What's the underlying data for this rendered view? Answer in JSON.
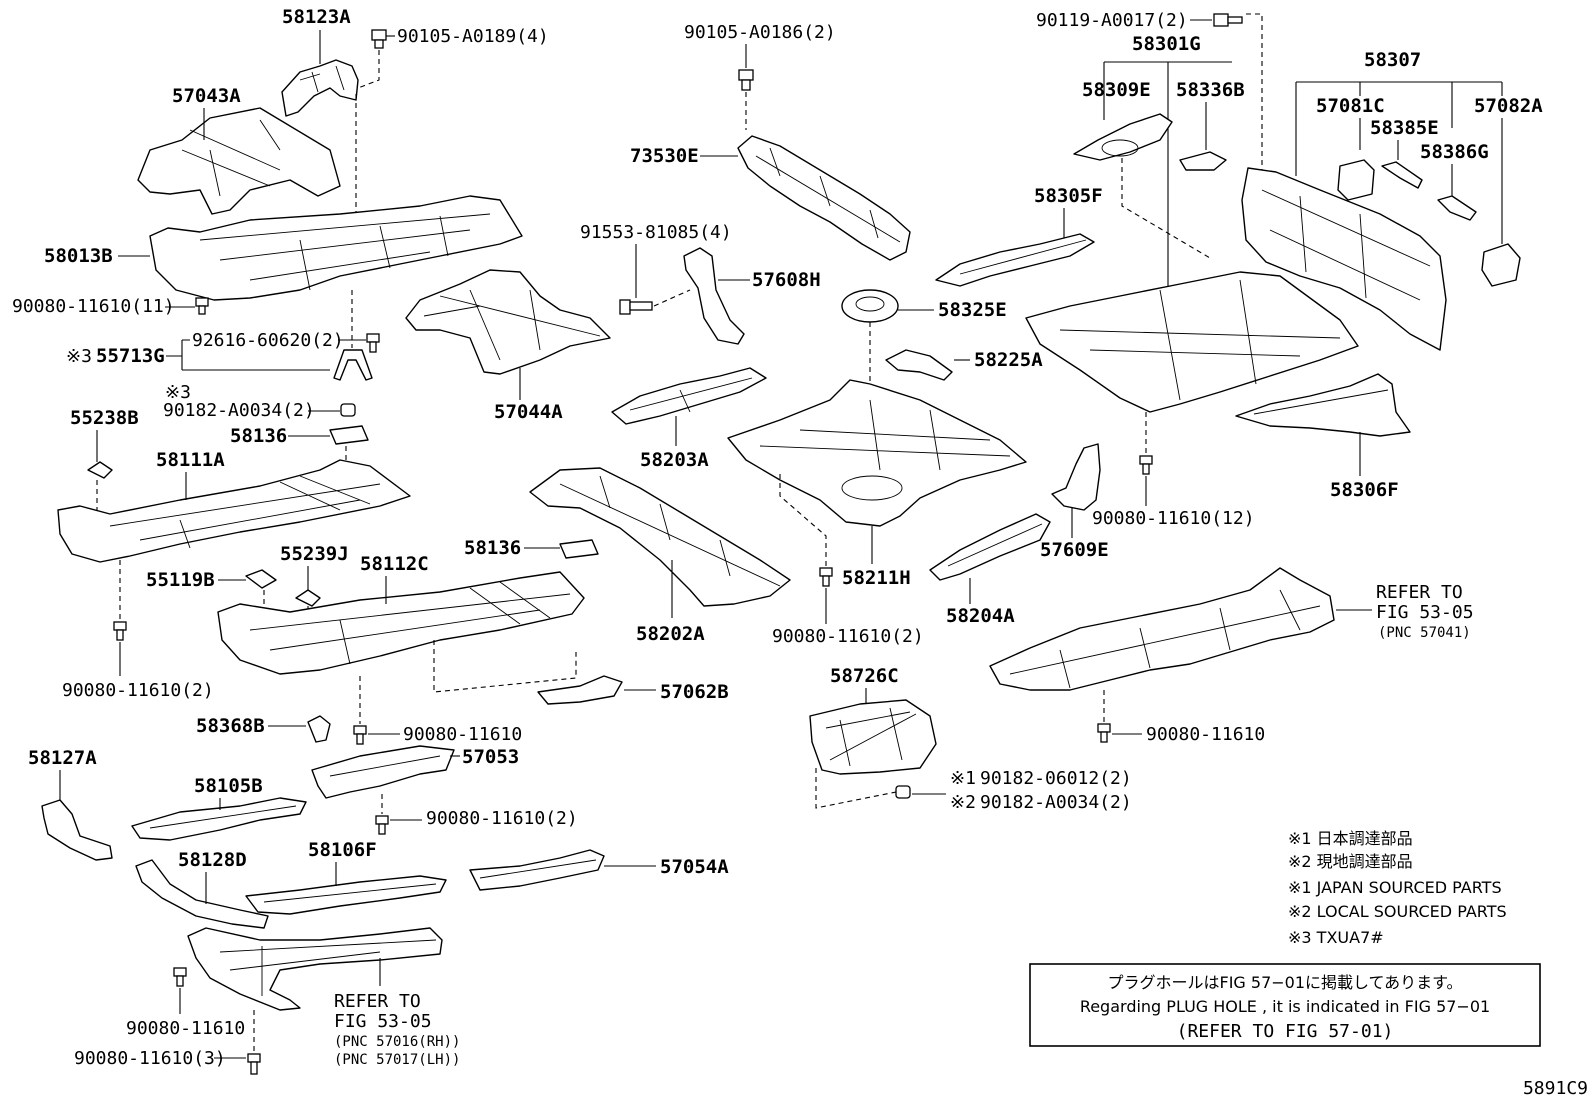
{
  "labels": {
    "p58123A": "58123A",
    "p90105_A0189": "90105-A0189(4)",
    "p57043A": "57043A",
    "p58013B": "58013B",
    "p90080_11610_11": "90080-11610(11)",
    "p55713G": "55713G",
    "p92616_60620": "92616-60620(2)",
    "p90182_A0034_a": "90182-A0034(2)",
    "p55238B": "55238B",
    "p58136_a": "58136",
    "p58111A": "58111A",
    "p57044A": "57044A",
    "p55239J": "55239J",
    "p58112C": "58112C",
    "p55119B": "55119B",
    "p58136_b": "58136",
    "p90080_11610_2a": "90080-11610(2)",
    "p58368B": "58368B",
    "p90080_11610_a": "90080-11610",
    "p57062B": "57062B",
    "p57053": "57053",
    "p58127A": "58127A",
    "p58105B": "58105B",
    "p90080_11610_2b": "90080-11610(2)",
    "p58128D": "58128D",
    "p58106F": "58106F",
    "p57054A": "57054A",
    "p90080_11610_b": "90080-11610",
    "p90080_11610_3": "90080-11610(3)",
    "p90105_A0186": "90105-A0186(2)",
    "p73530E": "73530E",
    "p91553_81085": "91553-81085(4)",
    "p57608H": "57608H",
    "p58203A": "58203A",
    "p58202A": "58202A",
    "p58325E": "58325E",
    "p58225A": "58225A",
    "p58211H": "58211H",
    "p90080_11610_2c": "90080-11610(2)",
    "p58726C": "58726C",
    "p90182_06012": "90182-06012(2)",
    "p90182_A0034_b": "90182-A0034(2)",
    "p90119_A0017": "90119-A0017(2)",
    "p58301G": "58301G",
    "p58309E": "58309E",
    "p58336B": "58336B",
    "p58307": "58307",
    "p57081C": "57081C",
    "p57082A": "57082A",
    "p58385E": "58385E",
    "p58386G": "58386G",
    "p58305F": "58305F",
    "p58306F": "58306F",
    "p90080_11610_12": "90080-11610(12)",
    "p57609E": "57609E",
    "p58204A": "58204A",
    "p90080_11610_c": "90080-11610"
  },
  "markers": {
    "m1": "※1",
    "m2": "※2",
    "m3": "※3"
  },
  "refer_left": {
    "line1": "REFER TO",
    "line2": "FIG 53-05",
    "line3": "(PNC 57016(RH))",
    "line4": "(PNC 57017(LH))"
  },
  "refer_right": {
    "line1": "REFER TO",
    "line2": "FIG 53-05",
    "line3": "(PNC 57041)"
  },
  "legend": {
    "line1": "※1 日本調達部品",
    "line2": "※2 現地調達部品",
    "line3": "※1 JAPAN SOURCED PARTS",
    "line4": "※2 LOCAL SOURCED PARTS",
    "line5": "※3 TXUA7#"
  },
  "notice": {
    "line1": "プラグホールはFIG 57−01に掲載してあります。",
    "line2": "Regarding PLUG HOLE , it is indicated in FIG 57−01",
    "line3": "(REFER TO FIG 57-01)"
  },
  "figure_code": "5891C9"
}
